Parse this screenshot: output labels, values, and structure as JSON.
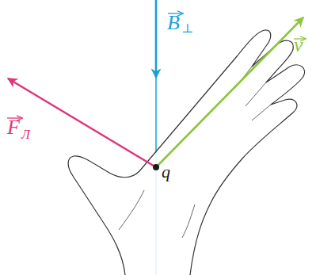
{
  "diagram": {
    "labels": [
      "F",
      "Л",
      "B",
      "⊥",
      "v",
      "q"
    ]
  }
}
